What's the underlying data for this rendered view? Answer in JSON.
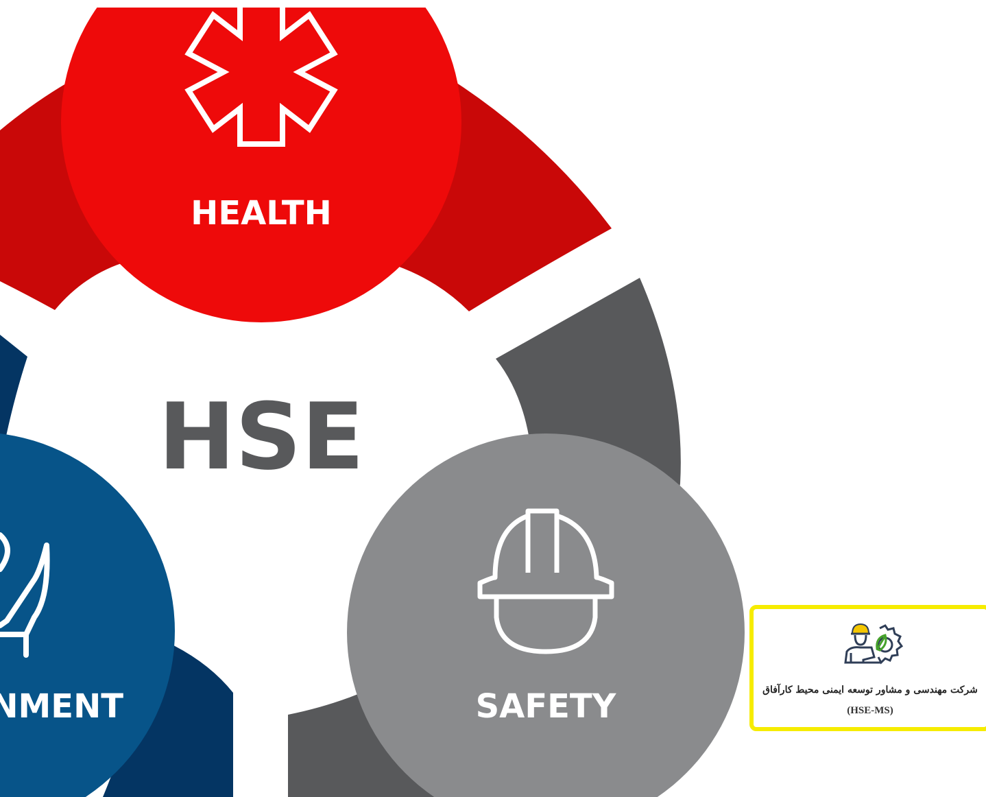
{
  "diagram": {
    "center_label": "HSE",
    "segments": [
      {
        "id": "health",
        "label": "HEALTH",
        "icon": "star-of-life-icon",
        "color": "#ee0a0a",
        "accent": "#c90808"
      },
      {
        "id": "safety",
        "label": "SAFETY",
        "icon": "hard-hat-icon",
        "color": "#8a8b8d",
        "accent": "#58595b"
      },
      {
        "id": "environment",
        "label": "NMENT",
        "icon": "caring-hand-icon",
        "color": "#075489",
        "accent": "#043563"
      }
    ]
  },
  "logo": {
    "name": "شرکت مهندسی و مشاور توسعه ایمنی محیط کارآفاق",
    "code": "(HSE-MS)",
    "border_color": "#f6ec00",
    "icons": [
      "worker-helmet-icon",
      "gear-icon",
      "leaf-icon"
    ]
  }
}
